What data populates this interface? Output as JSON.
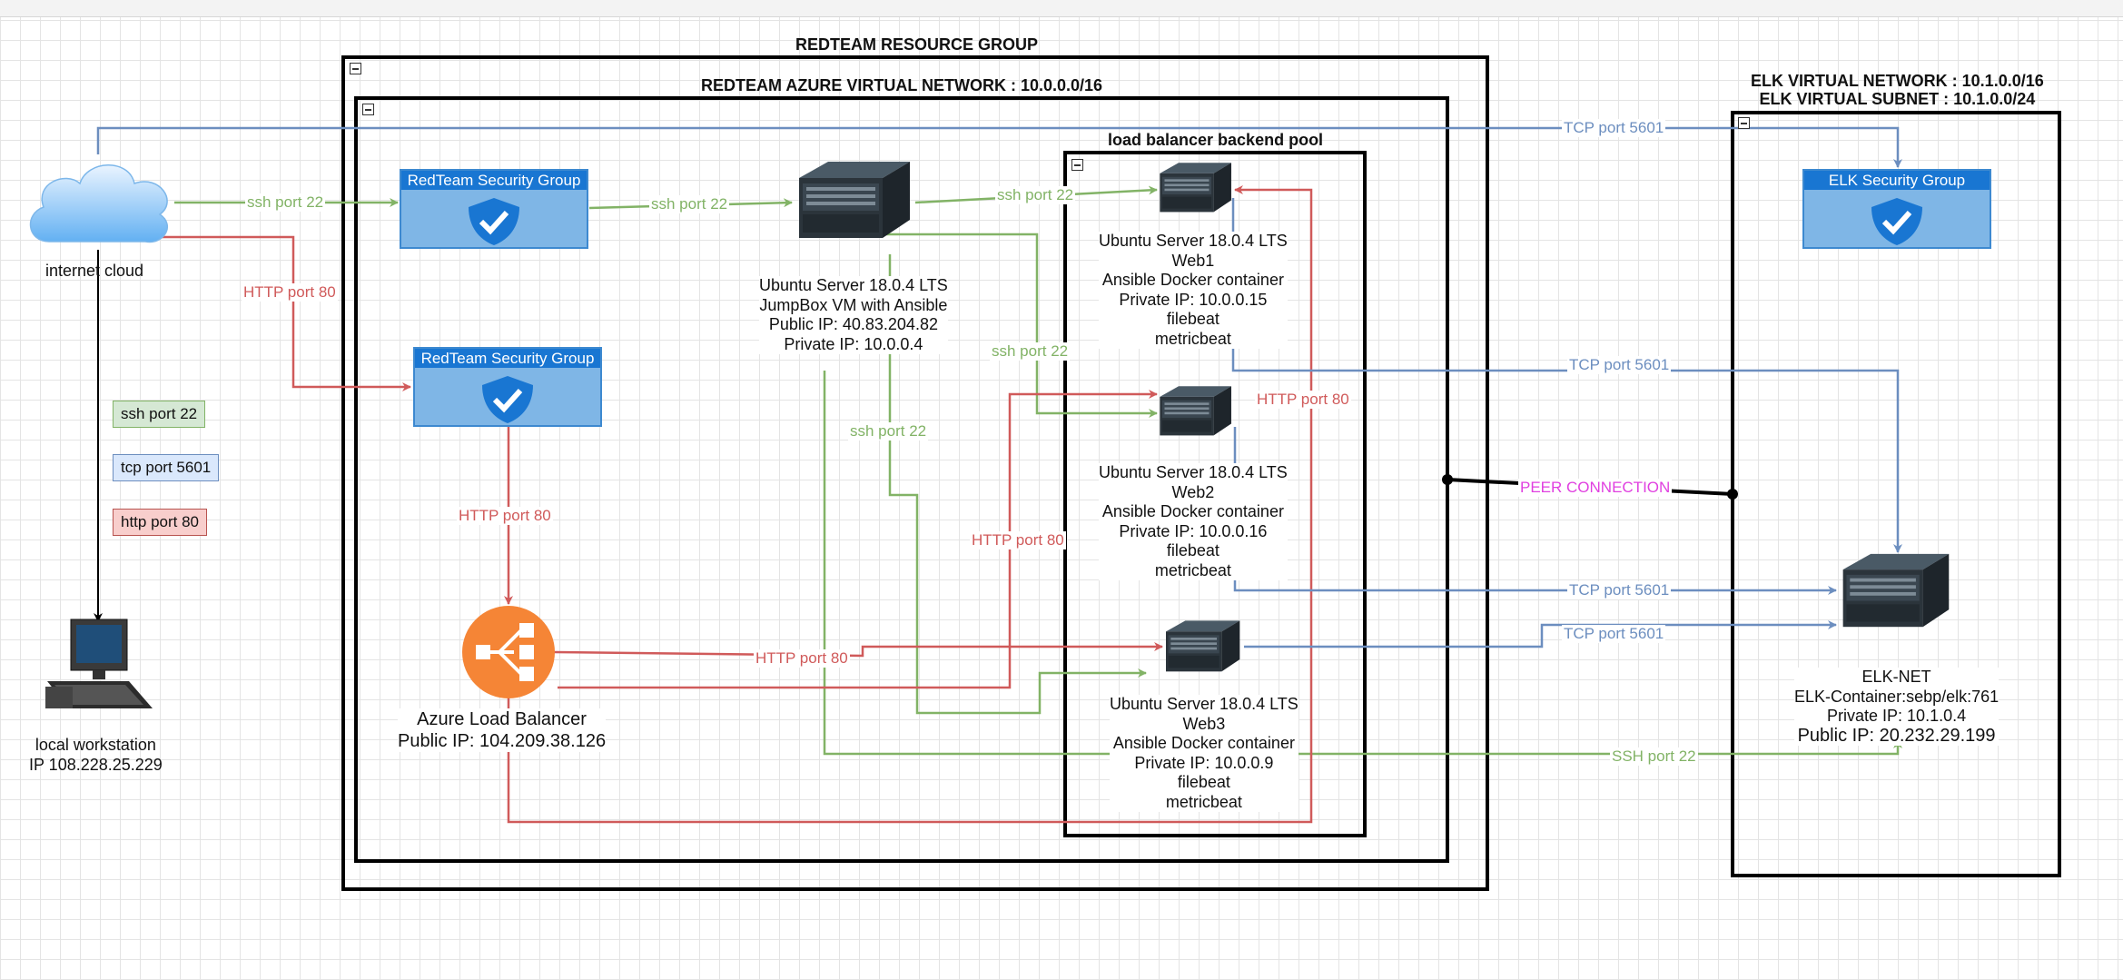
{
  "groups": {
    "resource_group": "REDTEAM RESOURCE GROUP",
    "azure_vnet": "REDTEAM AZURE VIRTUAL NETWORK : 10.0.0.0/16",
    "backend_pool": "load balancer backend pool",
    "elk_vnet_line1": "ELK VIRTUAL NETWORK : 10.1.0.0/16",
    "elk_vnet_line2": "ELK VIRTUAL SUBNET : 10.1.0.0/24"
  },
  "nodes": {
    "internet_cloud": "internet cloud",
    "local_workstation": {
      "line1": "local workstation",
      "line2": "IP 108.228.25.229"
    },
    "sg_ssh": "RedTeam Security Group",
    "sg_http": "RedTeam Security Group",
    "sg_elk": "ELK  Security Group",
    "jumpbox": [
      "Ubuntu Server 18.0.4 LTS",
      "JumpBox VM with Ansible",
      "Public IP: 40.83.204.82",
      "Private IP: 10.0.0.4"
    ],
    "web1": [
      "Ubuntu Server 18.0.4 LTS",
      "Web1",
      "Ansible Docker container",
      "Private IP: 10.0.0.15",
      "filebeat",
      "metricbeat"
    ],
    "web2": [
      "Ubuntu Server 18.0.4 LTS",
      "Web2",
      "Ansible Docker container",
      "Private IP: 10.0.0.16",
      "filebeat",
      "metricbeat"
    ],
    "web3": [
      "Ubuntu Server 18.0.4 LTS",
      "Web3",
      "Ansible Docker container",
      "Private IP: 10.0.0.9",
      "filebeat",
      "metricbeat"
    ],
    "load_balancer": {
      "line1": "Azure Load Balancer",
      "line2": "Public IP: 104.209.38.126"
    },
    "elk": [
      "ELK-NET",
      "ELK-Container:sebp/elk:761",
      "Private IP: 10.1.0.4",
      "Public IP: 20.232.29.199"
    ]
  },
  "legend": {
    "ssh": "ssh port 22",
    "tcp": "tcp port 5601",
    "http": "http port 80"
  },
  "edges": {
    "cloud_to_sg_ssh": "ssh port 22",
    "sg_to_jumpbox": "ssh port 22",
    "jumpbox_to_web1": "ssh port 22",
    "jumpbox_to_web2": "ssh port 22",
    "jumpbox_to_web3": "ssh port 22",
    "jumpbox_to_elk": "SSH port 22",
    "cloud_to_sg_http": "HTTP port 80",
    "sg_to_lb": "HTTP port 80",
    "lb_to_web3": "HTTP port 80",
    "lb_to_web2": "HTTP port 80",
    "lb_to_web1": "HTTP port 80",
    "cloud_to_elk": "TCP port 5601",
    "web1_to_elk": "TCP port 5601",
    "web2_to_elk": "TCP port 5601",
    "web3_to_elk": "TCP port 5601",
    "peer": "PEER CONNECTION"
  },
  "colors": {
    "ssh": "#82b366",
    "http": "#d05a5a",
    "tcp": "#6c8ebf",
    "peer": "#e040e0",
    "security_group_fill": "#7fb6e6",
    "security_group_header": "#1976d2",
    "load_balancer": "#f58536",
    "legend_ssh_fill": "#d5e8d4",
    "legend_tcp_fill": "#dae8fc",
    "legend_http_fill": "#f8cecc"
  },
  "icons": {
    "cloud": "cloud-icon",
    "workstation": "workstation-icon",
    "server": "server-icon",
    "shield": "shield-check-icon",
    "load_balancer": "load-balancer-icon"
  }
}
